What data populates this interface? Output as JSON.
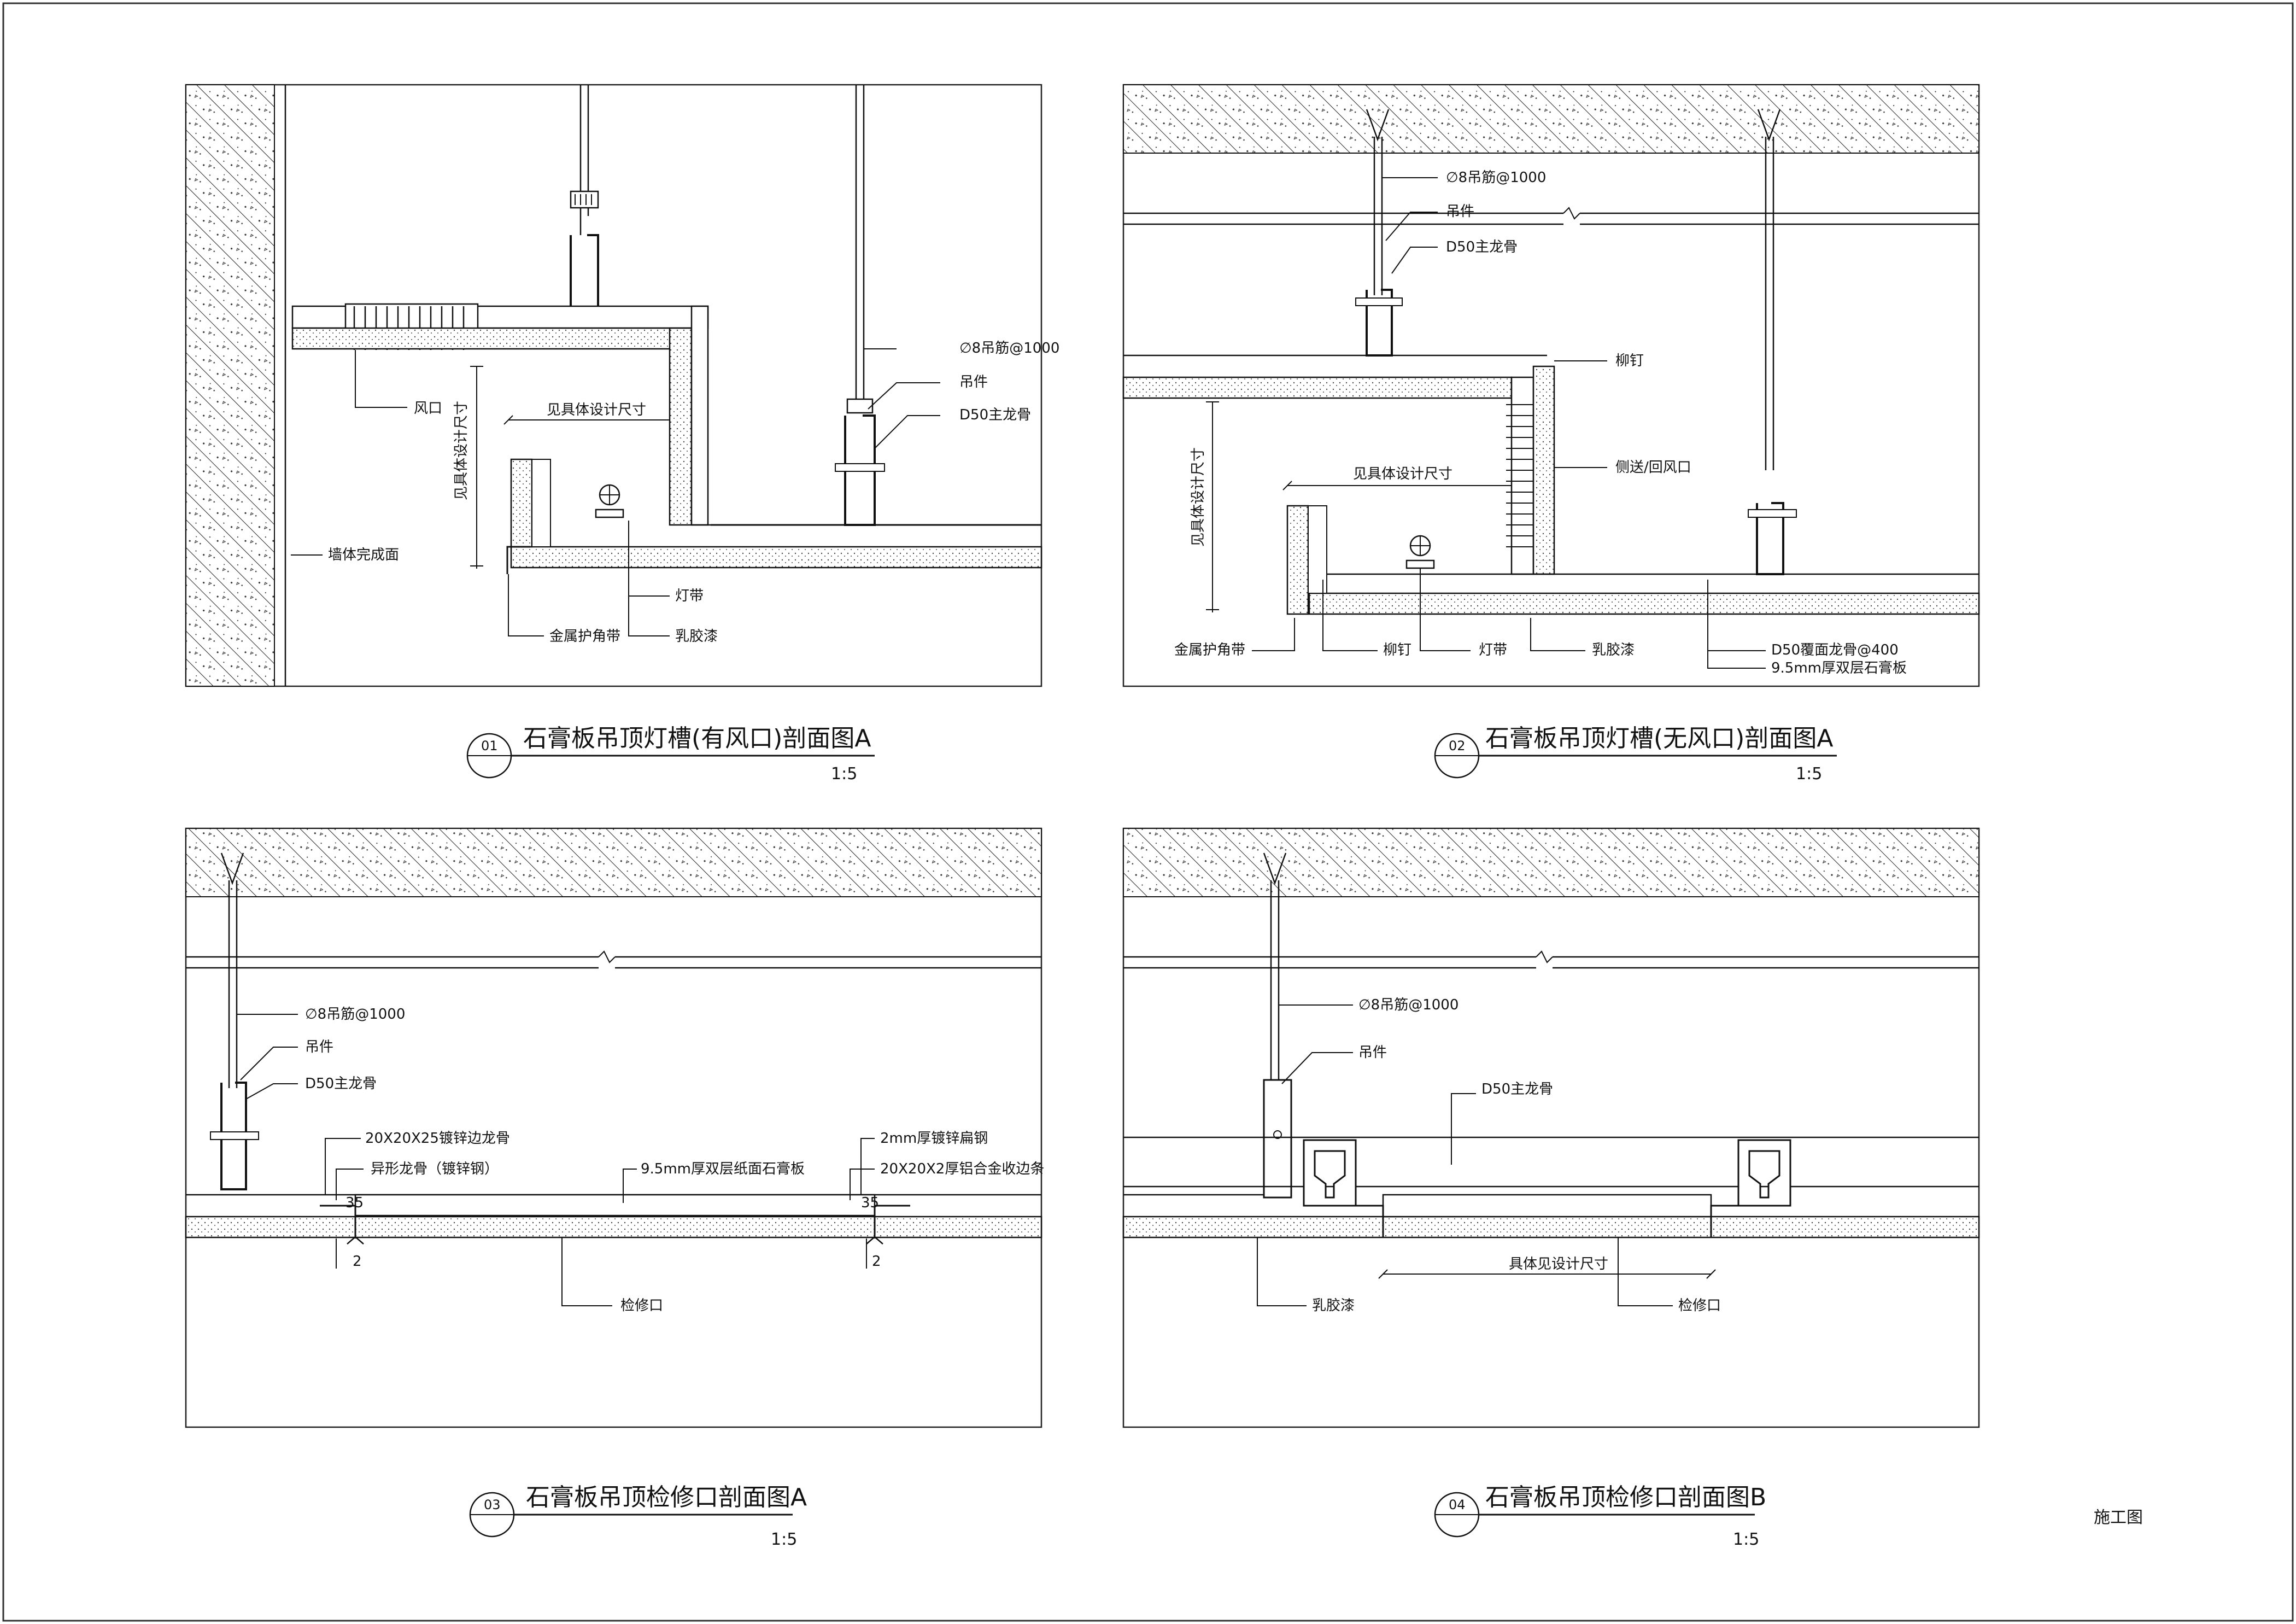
{
  "sheet_stamp": "施工图",
  "details": [
    {
      "number": "01",
      "title": "石膏板吊顶灯槽(有风口)剖面图A",
      "scale": "1:5",
      "labels": {
        "hanger_rod": "∅8吊筋@1000",
        "hanger": "吊件",
        "main_keel": "D50主龙骨",
        "air_vent": "风口",
        "design_size_v": "见具体设计尺寸",
        "design_size_h": "见具体设计尺寸",
        "wall_finish": "墙体完成面",
        "light_strip": "灯带",
        "corner_tape": "金属护角带",
        "latex_paint": "乳胶漆"
      }
    },
    {
      "number": "02",
      "title": "石膏板吊顶灯槽(无风口)剖面图A",
      "scale": "1:5",
      "labels": {
        "hanger_rod": "∅8吊筋@1000",
        "hanger": "吊件",
        "main_keel": "D50主龙骨",
        "rivet_top": "柳钉",
        "side_vent": "侧送/回风口",
        "design_size_h": "见具体设计尺寸",
        "design_size_v": "见具体设计尺寸",
        "corner_tape": "金属护角带",
        "rivet_bottom": "柳钉",
        "light_strip": "灯带",
        "latex_paint": "乳胶漆",
        "cover_keel": "D50覆面龙骨@400",
        "board": "9.5mm厚双层石膏板"
      }
    },
    {
      "number": "03",
      "title": "石膏板吊顶检修口剖面图A",
      "scale": "1:5",
      "labels": {
        "hanger_rod": "∅8吊筋@1000",
        "hanger": "吊件",
        "main_keel": "D50主龙骨",
        "edge_keel": "20X20X25镀锌边龙骨",
        "special_keel": "异形龙骨（镀锌钢）",
        "board": "9.5mm厚双层纸面石膏板",
        "flat_steel": "2mm厚镀锌扁钢",
        "alu_trim": "20X20X2厚铝合金收边条",
        "dim_35_left": "35",
        "dim_35_right": "35",
        "dim_2_left": "2",
        "dim_2_right": "2",
        "access_opening": "检修口"
      }
    },
    {
      "number": "04",
      "title": "石膏板吊顶检修口剖面图B",
      "scale": "1:5",
      "labels": {
        "hanger_rod": "∅8吊筋@1000",
        "hanger": "吊件",
        "main_keel": "D50主龙骨",
        "design_size": "具体见设计尺寸",
        "latex_paint": "乳胶漆",
        "access_opening": "检修口"
      }
    }
  ]
}
